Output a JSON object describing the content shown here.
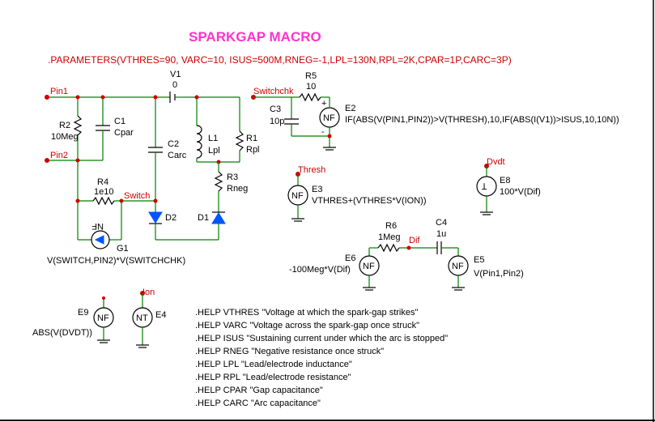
{
  "title": "SPARKGAP MACRO",
  "parameters_line": ".PARAMETERS(VTHRES=90, VARC=10, ISUS=500M,RNEG=-1,LPL=130N,RPL=2K,CPAR=1P,CARC=3P)",
  "nodes": {
    "pin1": "Pin1",
    "pin2": "Pin2",
    "switch": "Switch",
    "switchchk": "Switchchk",
    "thresh": "Thresh",
    "dvdt": "Dvdt",
    "dif": "Dif",
    "ion": "Ion"
  },
  "components": {
    "V1": {
      "name": "V1",
      "value": "0"
    },
    "R5": {
      "name": "R5",
      "value": "10"
    },
    "C3": {
      "name": "C3",
      "value": "10p"
    },
    "E2": {
      "name": "E2",
      "symbol": "NF",
      "expr": "IF(ABS(V(PIN1,PIN2))>V(THRESH),10,IF(ABS(I(V1))>ISUS,10,10N))"
    },
    "R2": {
      "name": "R2",
      "value": "10Meg"
    },
    "C1": {
      "name": "C1",
      "value": "Cpar"
    },
    "C2": {
      "name": "C2",
      "value": "Carc"
    },
    "L1": {
      "name": "L1",
      "value": "Lpl"
    },
    "R1": {
      "name": "R1",
      "value": "Rpl"
    },
    "R3": {
      "name": "R3",
      "value": "Rneg"
    },
    "R4": {
      "name": "R4",
      "value": "1e10"
    },
    "D2": {
      "name": "D2"
    },
    "D1": {
      "name": "D1"
    },
    "G1": {
      "name": "G1",
      "symbol": "NF",
      "expr": "V(SWITCH,PIN2)*V(SWITCHCHK)"
    },
    "E3": {
      "name": "E3",
      "symbol": "NF",
      "expr": "VTHRES+(VTHRES*V(ION))"
    },
    "E8": {
      "name": "E8",
      "symbol": "Ʇ",
      "expr": "100*V(Dif)"
    },
    "R6": {
      "name": "R6",
      "value": "1Meg"
    },
    "C4": {
      "name": "C4",
      "value": "1u"
    },
    "E6": {
      "name": "E6",
      "symbol": "NF",
      "expr": "-100Meg*V(Dif)"
    },
    "E5": {
      "name": "E5",
      "symbol": "NF",
      "expr": "V(Pin1,Pin2)"
    },
    "E9": {
      "name": "E9",
      "symbol": "NF",
      "expr": "ABS(V(DVDT))"
    },
    "E4": {
      "name": "E4",
      "symbol": "NT"
    }
  },
  "help_lines": [
    ".HELP VTHRES \"Voltage at which the spark-gap strikes\"",
    ".HELP VARC \"Voltage across the spark-gap once struck\"",
    ".HELP ISUS \"Sustaining current under which the arc is stopped\"",
    ".HELP RNEG \"Negative resistance once struck\"",
    ".HELP LPL \"Lead/electrode inductance\"",
    ".HELP RPL \"Lead/electrode resistance\"",
    ".HELP CPAR \"Gap capacitance\"",
    ".HELP CARC \"Arc capacitance\""
  ],
  "signs": {
    "plus": "+",
    "minus": "-"
  }
}
